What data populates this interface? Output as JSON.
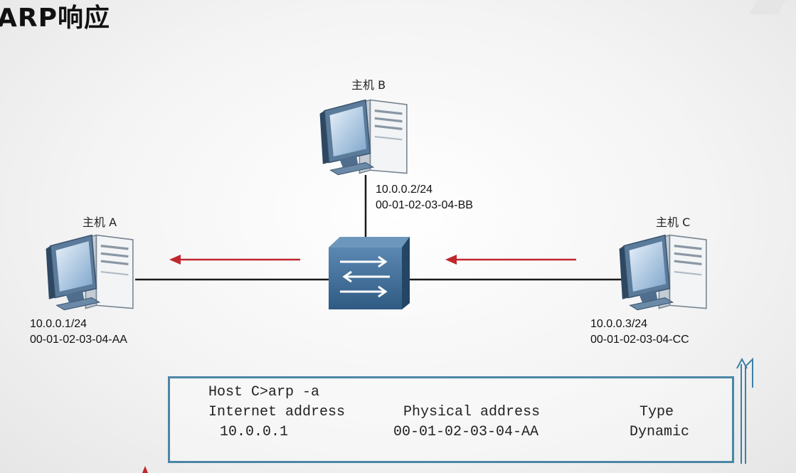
{
  "title": "ARP响应",
  "hosts": {
    "a": {
      "name": "主机 A",
      "ip": "10.0.0.1/24",
      "mac": "00-01-02-03-04-AA"
    },
    "b": {
      "name": "主机 B",
      "ip": "10.0.0.2/24",
      "mac": "00-01-02-03-04-BB"
    },
    "c": {
      "name": "主机 C",
      "ip": "10.0.0.3/24",
      "mac": "00-01-02-03-04-CC"
    }
  },
  "arp_table": {
    "command": "Host C>arp -a",
    "headers": {
      "internet": "Internet address",
      "physical": "Physical address",
      "type": "Type"
    },
    "rows": [
      {
        "internet": "10.0.0.1",
        "physical": "00-01-02-03-04-AA",
        "type": "Dynamic"
      }
    ]
  },
  "colors": {
    "arrow": "#c0272d",
    "link": "#1a1a1a",
    "switch": "#3f6d96",
    "box_border": "#4a86a6"
  }
}
